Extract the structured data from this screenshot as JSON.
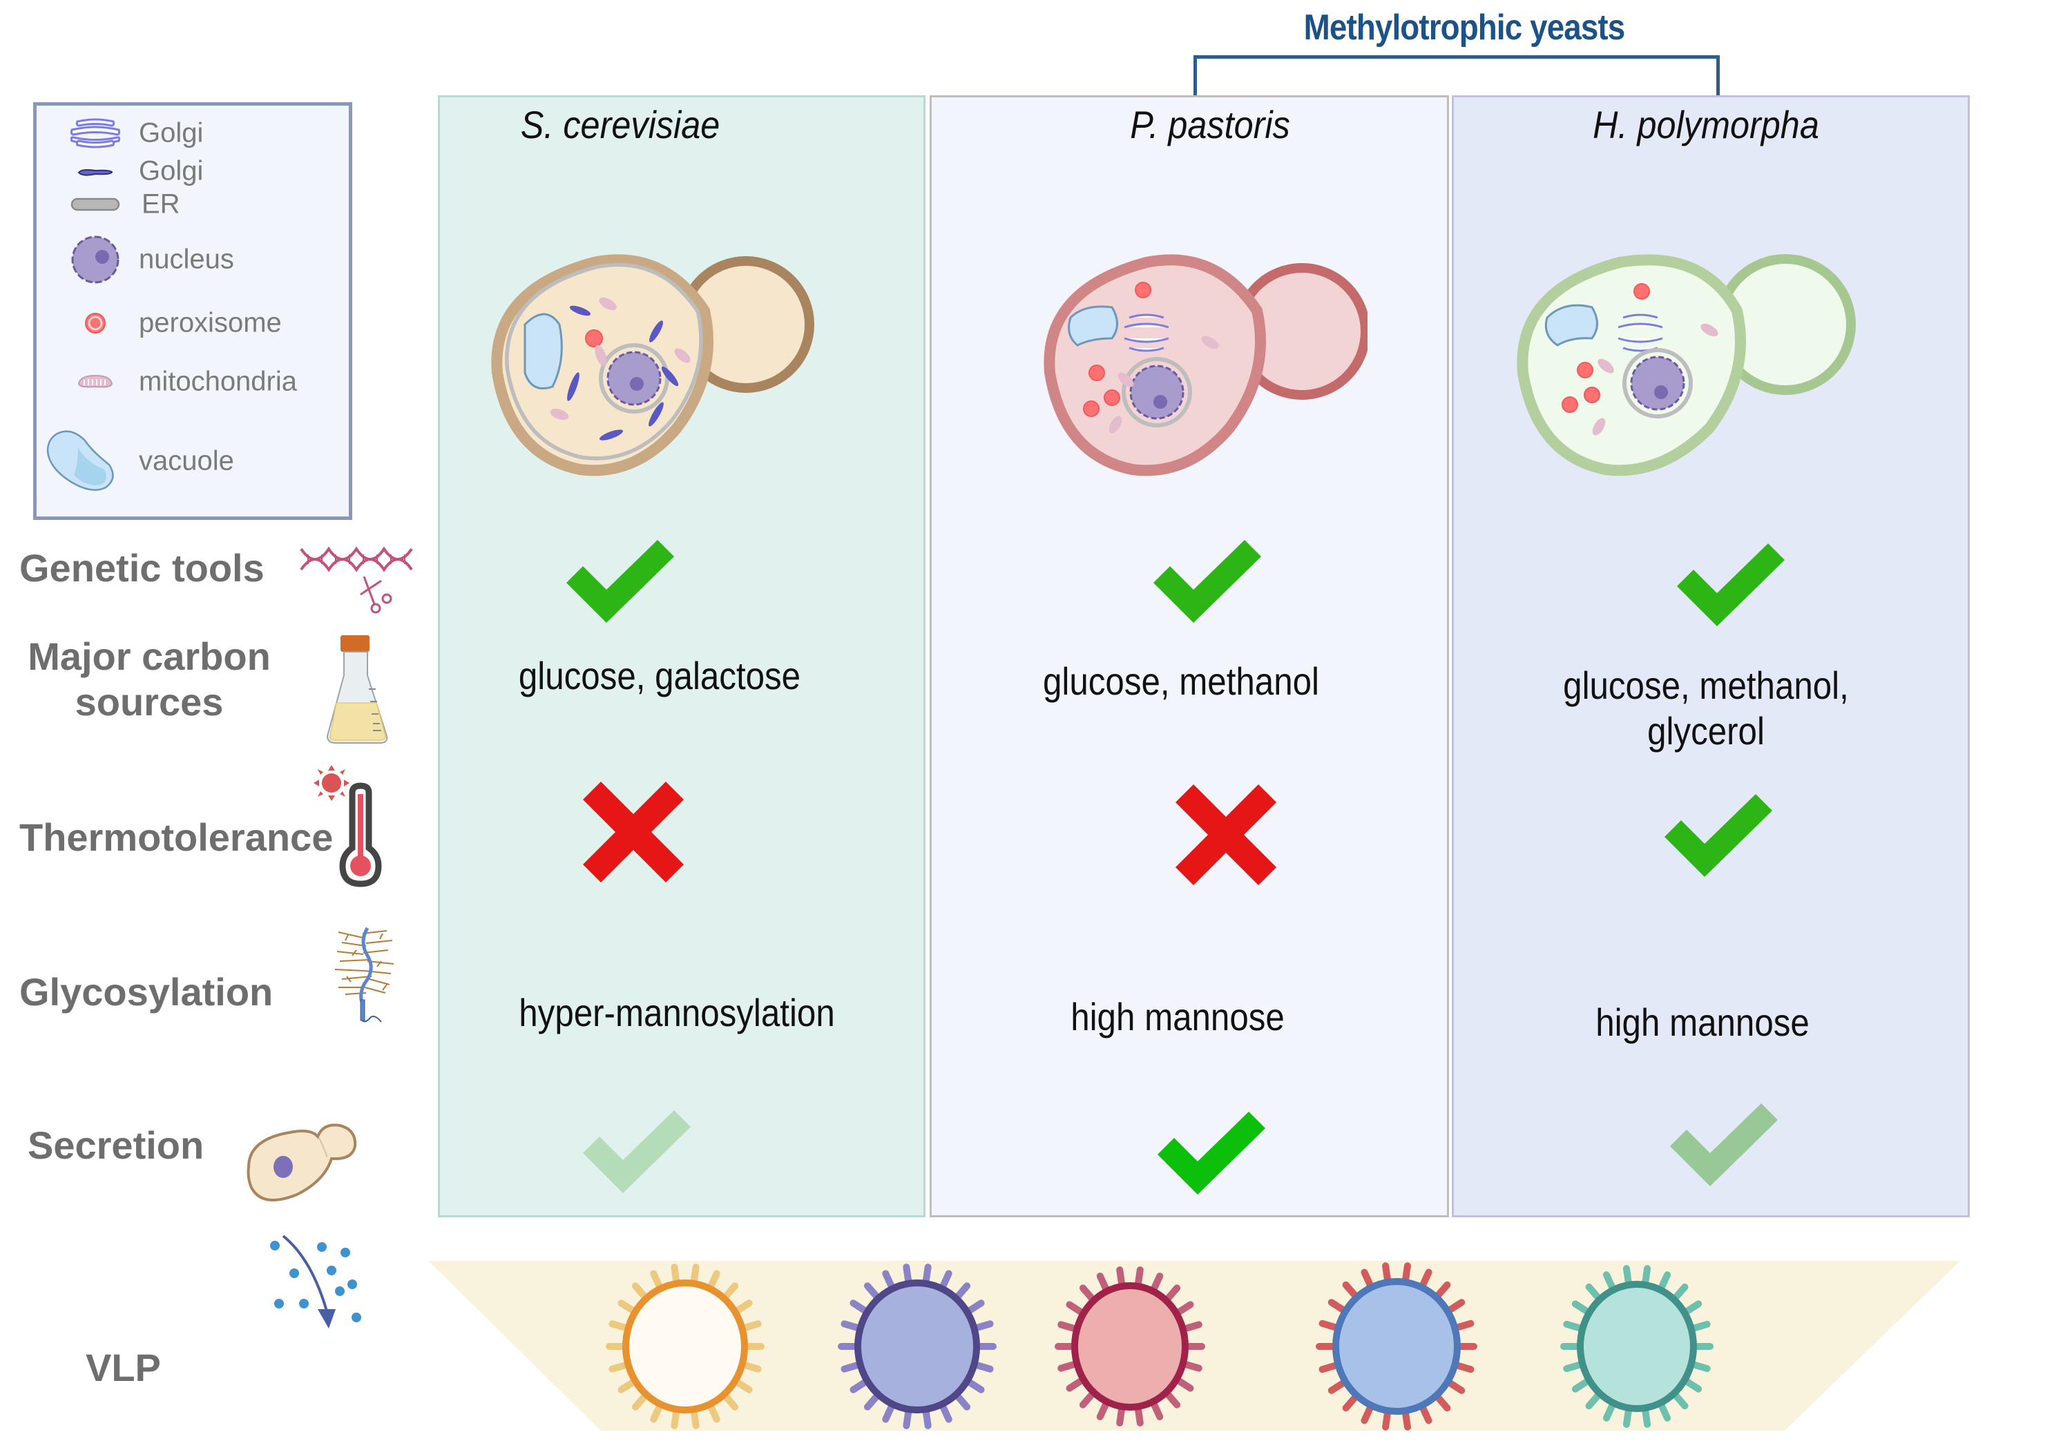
{
  "header": {
    "group_title": "Methylotrophic yeasts"
  },
  "legend": {
    "items": [
      {
        "icon": "golgi-stack-icon",
        "label": "Golgi"
      },
      {
        "icon": "golgi-cisterna-icon",
        "label": "Golgi"
      },
      {
        "icon": "er-icon",
        "label": "ER"
      },
      {
        "icon": "nucleus-icon",
        "label": "nucleus"
      },
      {
        "icon": "peroxisome-icon",
        "label": "peroxisome"
      },
      {
        "icon": "mitochondria-icon",
        "label": "mitochondria"
      },
      {
        "icon": "vacuole-icon",
        "label": "vacuole"
      }
    ]
  },
  "rows": [
    {
      "label": "Genetic tools",
      "icon": "dna-scissors-icon"
    },
    {
      "label_lines": [
        "Major carbon",
        "sources"
      ],
      "icon": "flask-icon"
    },
    {
      "label": "Thermotolerance",
      "icon": "thermometer-icon"
    },
    {
      "label": "Glycosylation",
      "icon": "glycoprotein-icon"
    },
    {
      "label": "Secretion",
      "icon": "yeast-cell-icon"
    },
    {
      "label": "VLP",
      "icon": "secreted-particles-icon"
    }
  ],
  "species": [
    {
      "name": "S. cerevisiae",
      "cell_color": "#f5e6cc",
      "wall_color": "#c8a983",
      "genetic_tools": "check",
      "carbon_sources_lines": [
        "glucose, galactose"
      ],
      "thermotolerance": "cross",
      "glycosylation": "hyper-mannosylation",
      "secretion": "check-faded"
    },
    {
      "name": "P. pastoris",
      "cell_color": "#f2d4d4",
      "wall_color": "#d08686",
      "genetic_tools": "check",
      "carbon_sources_lines": [
        "glucose, methanol"
      ],
      "thermotolerance": "cross",
      "glycosylation": "high mannose",
      "secretion": "check-bright"
    },
    {
      "name": "H. polymorpha",
      "cell_color": "#f0faec",
      "wall_color": "#b3cf9d",
      "genetic_tools": "check",
      "carbon_sources_lines": [
        "glucose, methanol,",
        "glycerol"
      ],
      "thermotolerance": "check",
      "glycosylation": "high mannose",
      "secretion": "check-muted"
    }
  ],
  "vlps": [
    {
      "name": "vlp-yellow-icon",
      "fill": "#fffbf2",
      "ring": "#e8912f",
      "spike": "#ecc97f"
    },
    {
      "name": "vlp-purple-icon",
      "fill": "#a6b2dd",
      "ring": "#4f4787",
      "spike": "#8b82c8"
    },
    {
      "name": "vlp-pink-icon",
      "fill": "#edaeae",
      "ring": "#a0224a",
      "spike": "#c0607a"
    },
    {
      "name": "vlp-blue-icon",
      "fill": "#a7c1e8",
      "ring": "#4f78b8",
      "spike": "#d25c5c"
    },
    {
      "name": "vlp-teal-icon",
      "fill": "#b5e2db",
      "ring": "#3f918a",
      "spike": "#6cc0ad"
    }
  ],
  "colors": {
    "check": "#2db516",
    "check_bright": "#0bbf0b",
    "check_faded": "#b4dcb9",
    "check_muted": "#98c896",
    "cross": "#e51616",
    "title_blue": "#1a5289",
    "vlp_band": "#f9f2dc"
  }
}
